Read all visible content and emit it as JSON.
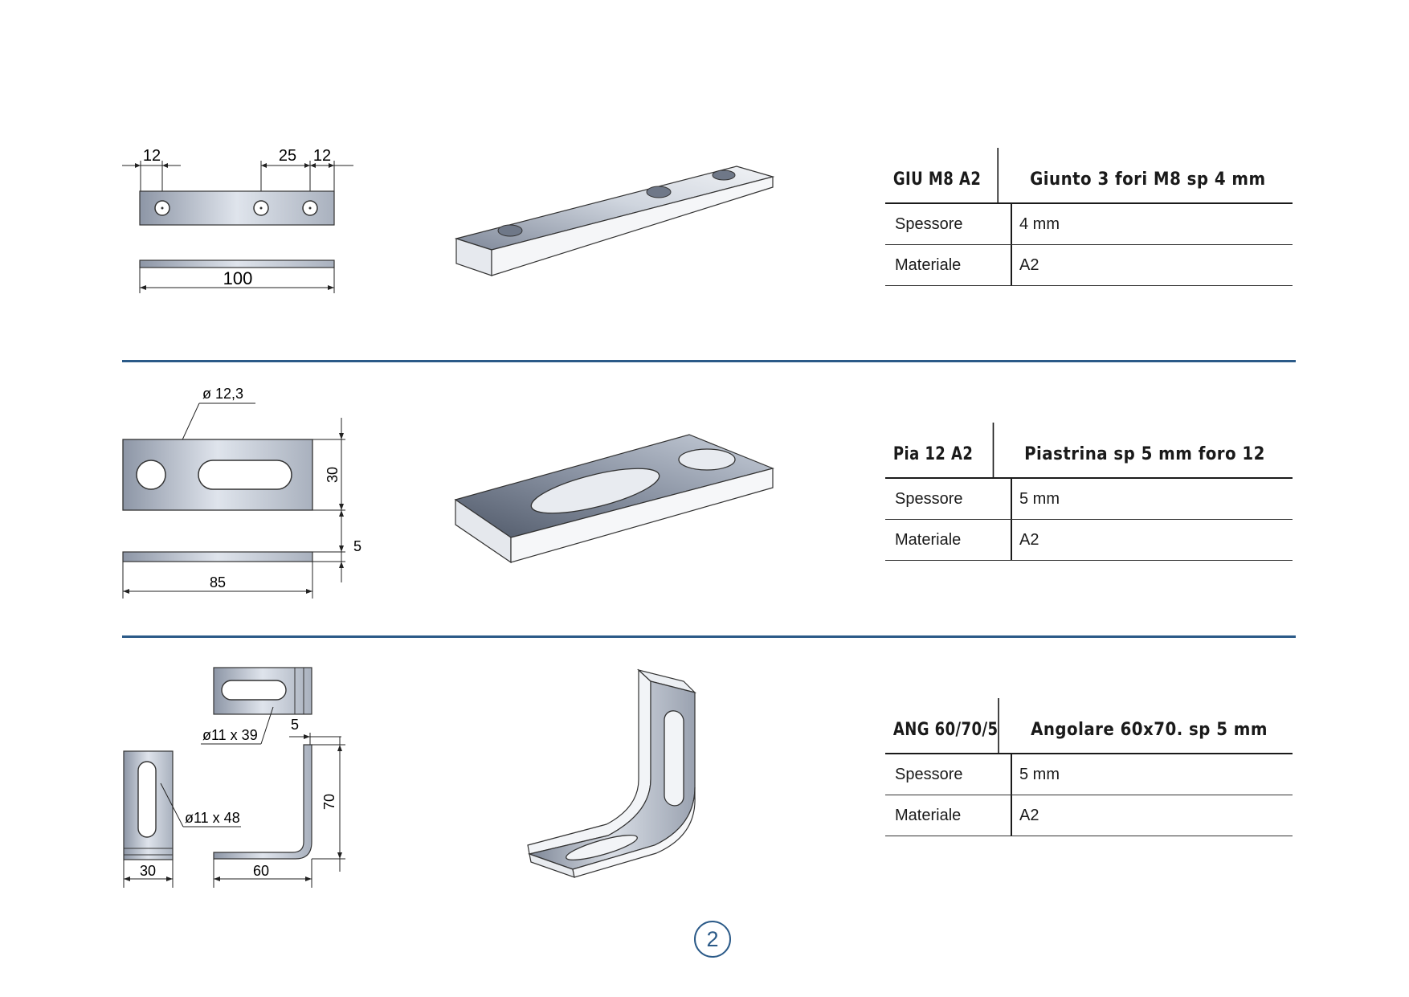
{
  "products": [
    {
      "code": "GIU M8 A2",
      "description": "Giunto 3 fori M8 sp 4 mm",
      "rows": [
        {
          "label": "Spessore",
          "value": "4 mm"
        },
        {
          "label": "Materiale",
          "value": "A2"
        }
      ],
      "dims": {
        "d1": "12",
        "d2": "25",
        "d3": "12",
        "length": "100"
      }
    },
    {
      "code": "Pia 12 A2",
      "description": "Piastrina sp 5 mm foro 12",
      "rows": [
        {
          "label": "Spessore",
          "value": "5 mm"
        },
        {
          "label": "Materiale",
          "value": "A2"
        }
      ],
      "dims": {
        "hole": "ø 12,3",
        "height": "30",
        "thickness": "5",
        "length": "85"
      }
    },
    {
      "code": "ANG 60/70/5",
      "description": "Angolare 60x70. sp 5 mm",
      "rows": [
        {
          "label": "Spessore",
          "value": "5 mm"
        },
        {
          "label": "Materiale",
          "value": "A2"
        }
      ],
      "dims": {
        "slot1": "ø11 x 39",
        "thickness": "5",
        "height": "70",
        "slot2": "ø11 x 48",
        "width": "30",
        "leg": "60"
      }
    }
  ],
  "page_number": "2",
  "colors": {
    "accent": "#2b5a88",
    "metal_light": "#dfe4ec",
    "metal_dark": "#8d96a6"
  }
}
